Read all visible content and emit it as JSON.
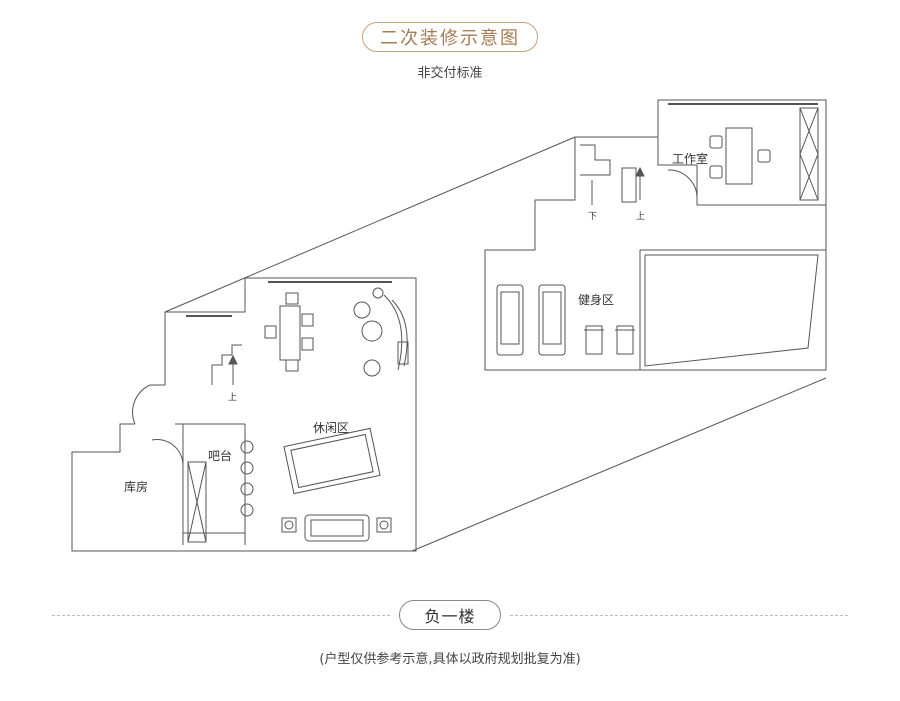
{
  "header": {
    "title": "二次装修示意图",
    "subtitle": "非交付标准"
  },
  "rooms": {
    "work_room": "工作室",
    "gym": "健身区",
    "leisure": "休闲区",
    "bar": "吧台",
    "storage": "库房"
  },
  "stairs": {
    "down": "下",
    "up_upper": "上",
    "up_lower": "上"
  },
  "floor": {
    "label": "负一楼"
  },
  "footer": {
    "note": "(户型仅供参考示意,具体以政府规划批复为准)"
  },
  "colors": {
    "accent": "#c8a27a",
    "accent_text": "#a57d55",
    "line": "#555555"
  }
}
